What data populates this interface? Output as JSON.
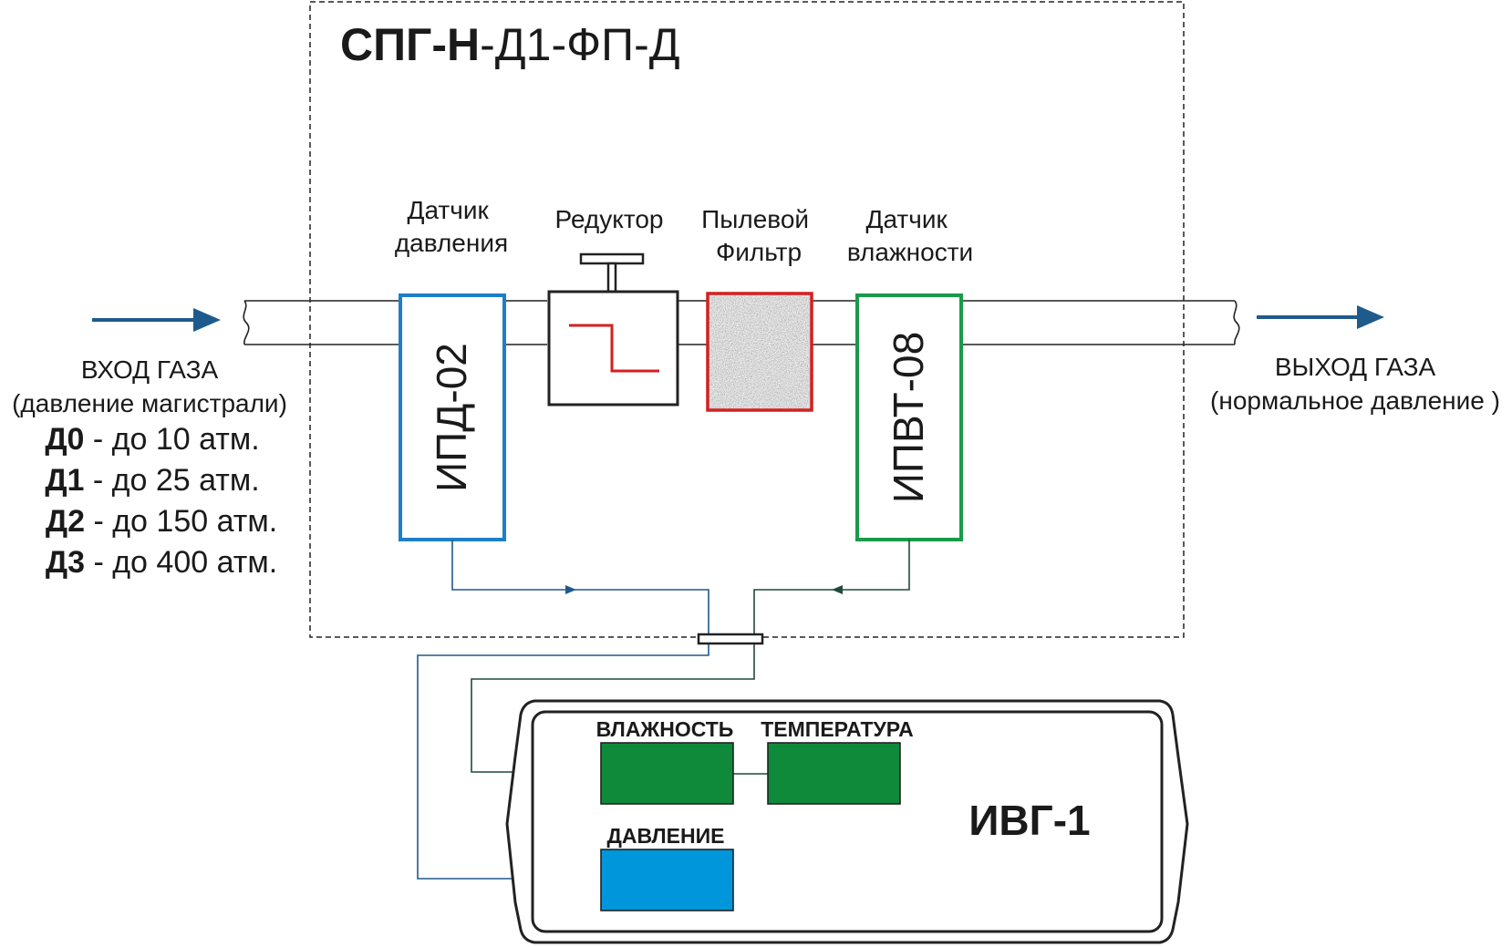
{
  "title": {
    "bold": "СПГ-Н",
    "rest": "-Д1-ФП-Д"
  },
  "labels": {
    "pressure_sensor": [
      "Датчик",
      "давления"
    ],
    "reducer": "Редуктор",
    "dust_filter": [
      "Пылевой",
      "Фильтр"
    ],
    "humidity_sensor": [
      "Датчик",
      "влажности"
    ]
  },
  "devices": {
    "ipd": "ИПД-02",
    "ipvt": "ИПВТ-08"
  },
  "inlet": {
    "title": "ВХОД ГАЗА",
    "subtitle": "(давление магистрали)",
    "ranges": [
      {
        "code": "Д0",
        "text": " - до 10 атм."
      },
      {
        "code": "Д1",
        "text": " - до 25 атм."
      },
      {
        "code": "Д2",
        "text": " - до 150 атм."
      },
      {
        "code": "Д3",
        "text": " - до 400 атм."
      }
    ]
  },
  "outlet": {
    "title": "ВЫХОД ГАЗА",
    "subtitle": "(нормальное давление )"
  },
  "meter": {
    "name": "ИВГ-1",
    "humidity": "ВЛАЖНОСТЬ",
    "temperature": "ТЕМПЕРАТУРА",
    "pressure": "ДАВЛЕНИЕ"
  },
  "colors": {
    "arrow": "#1f5a8c",
    "ipd_border": "#1e7fc8",
    "ipvt_border": "#1a9a4a",
    "filter_border": "#d42020",
    "reducer_step": "#d42020",
    "green_display": "#0f8a3a",
    "blue_display": "#0096dc",
    "signal_blue": "#1f5a8c",
    "signal_green": "#1f4a3a"
  }
}
